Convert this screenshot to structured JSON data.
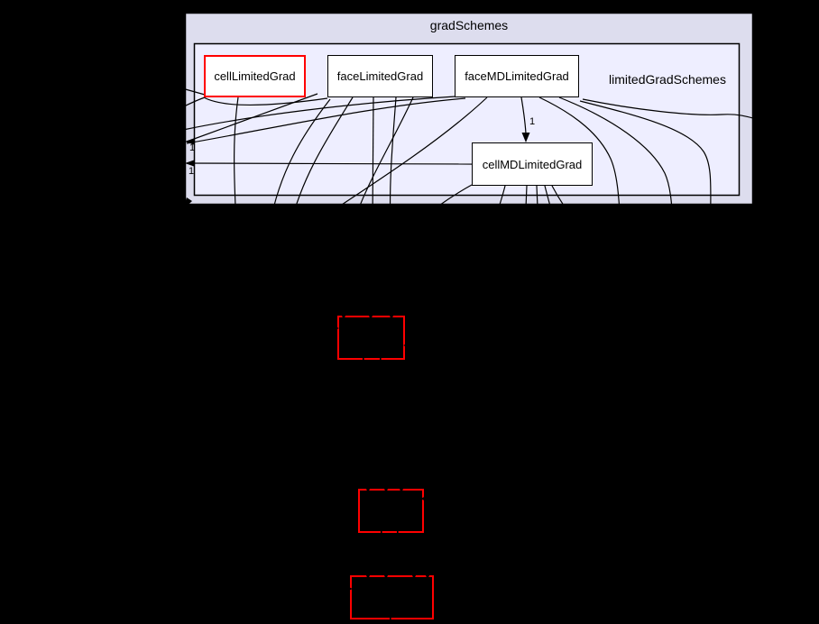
{
  "diagram": {
    "outer_cluster": {
      "label": "gradSchemes"
    },
    "inner_cluster": {
      "label": "limitedGradSchemes"
    },
    "nodes": [
      {
        "id": "cellLimitedGrad",
        "label": "cellLimitedGrad",
        "border_color": "#ff0000",
        "fill": "#ffffff"
      },
      {
        "id": "faceLimitedGrad",
        "label": "faceLimitedGrad",
        "border_color": "#000000",
        "fill": "#ffffff"
      },
      {
        "id": "faceMDLimitedGrad",
        "label": "faceMDLimitedGrad",
        "border_color": "#000000",
        "fill": "#ffffff"
      },
      {
        "id": "cellMDLimitedGrad",
        "label": "cellMDLimitedGrad",
        "border_color": "#000000",
        "fill": "#ffffff"
      }
    ],
    "external_nodes": [
      {
        "id": "red-box-1",
        "border_color": "#ff0000"
      },
      {
        "id": "red-box-2",
        "border_color": "#ff0000"
      },
      {
        "id": "red-box-3",
        "border_color": "#ff0000"
      }
    ],
    "edge_labels": [
      {
        "text": "1"
      },
      {
        "text": "1"
      },
      {
        "text": "1"
      }
    ],
    "colors": {
      "background": "#000000",
      "outer_cluster_fill": "#ddddee",
      "inner_cluster_fill": "#eeeeff",
      "cluster_border": "#000000",
      "edge": "#000000",
      "highlight_border": "#ff0000"
    }
  }
}
